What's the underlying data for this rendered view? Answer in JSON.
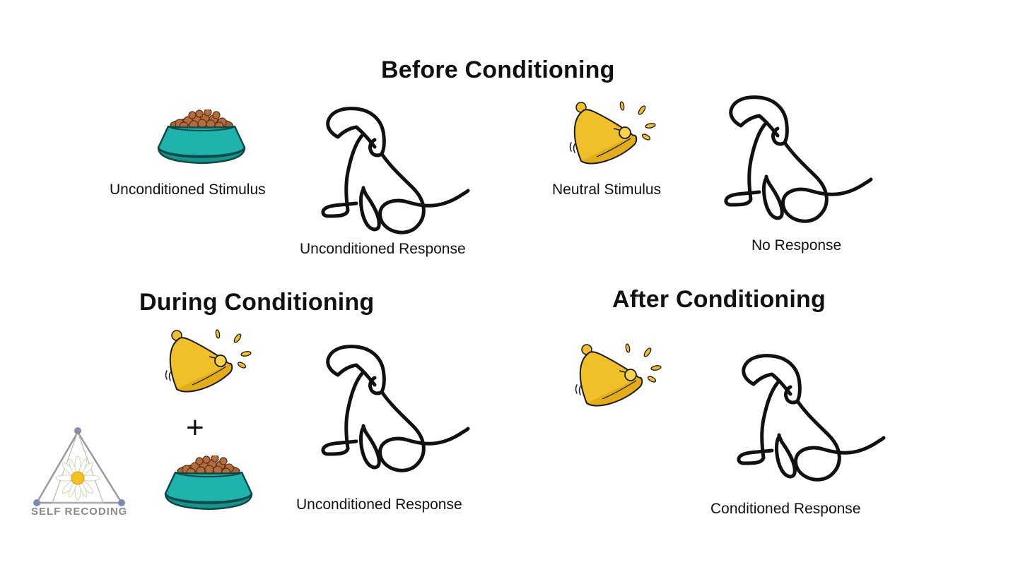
{
  "headings": {
    "before": "Before Conditioning",
    "during": "During Conditioning",
    "after": "After Conditioning"
  },
  "labels": {
    "unconditioned_stimulus": "Unconditioned Stimulus",
    "unconditioned_response_before": "Unconditioned Response",
    "neutral_stimulus": "Neutral Stimulus",
    "no_response": "No Response",
    "plus": "+",
    "unconditioned_response_during": "Unconditioned Response",
    "conditioned_response": "Conditioned Response"
  },
  "logo": {
    "text": "SELF RECODING"
  },
  "colors": {
    "bowl": "#1fb3ad",
    "food": "#a8643a",
    "bell": "#f0c02a",
    "bell_outline": "#c99400",
    "dog_line": "#111111"
  },
  "icons": [
    "food-bowl-icon",
    "bell-icon",
    "dog-icon",
    "daisy-triangle-logo"
  ]
}
